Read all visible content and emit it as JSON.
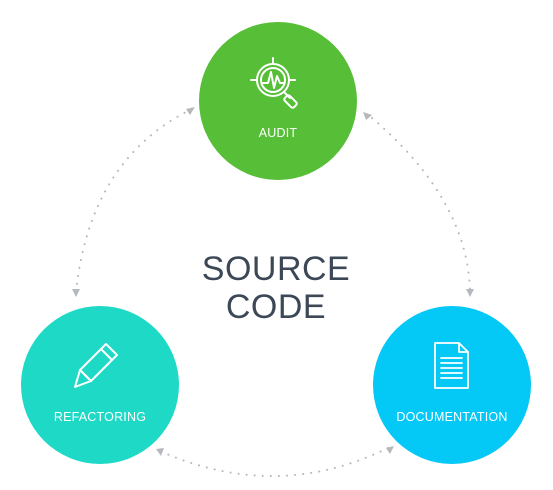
{
  "center": {
    "line1": "SOURCE",
    "line2": "CODE"
  },
  "nodes": {
    "audit": {
      "label": "AUDIT",
      "color": "#56be37",
      "icon": "magnifier-chart-icon"
    },
    "refactoring": {
      "label": "REFACTORING",
      "color": "#1ed9c6",
      "icon": "pencil-icon"
    },
    "documentation": {
      "label": "DOCUMENTATION",
      "color": "#04c8f6",
      "icon": "document-icon"
    }
  },
  "connector_color": "#b5b9bd"
}
